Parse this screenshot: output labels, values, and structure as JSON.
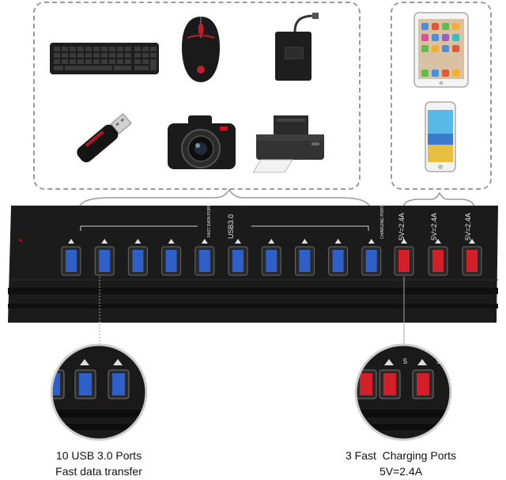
{
  "hub": {
    "fast_data_ports_label": "FAST DATA PORTS",
    "usb_label": "USB3.0",
    "charging_ports_label": "CHARGING PORTS",
    "port_rating_1": "5V=2.4A",
    "port_rating_2": "5V=2.4A",
    "port_rating_3": "5V=2.4A",
    "data_port_count": 10,
    "charging_port_count": 3,
    "colors": {
      "body": "#1b1b1b",
      "data_port": "#2f5fc8",
      "charging_port": "#d21f2a"
    }
  },
  "captions": {
    "left_line1": "10 USB 3.0 Ports",
    "left_line2": "Fast data transfer",
    "right_line1": "3 Fast  Charging Ports",
    "right_line2": "5V=2.4A"
  },
  "zoom_labels": {
    "r1": "5",
    "r2": "5"
  },
  "devices": [
    "keyboard-icon",
    "mouse-icon",
    "hard-drive-icon",
    "usb-flash-drive-icon",
    "camera-icon",
    "printer-icon",
    "tablet-icon",
    "smartphone-icon"
  ]
}
